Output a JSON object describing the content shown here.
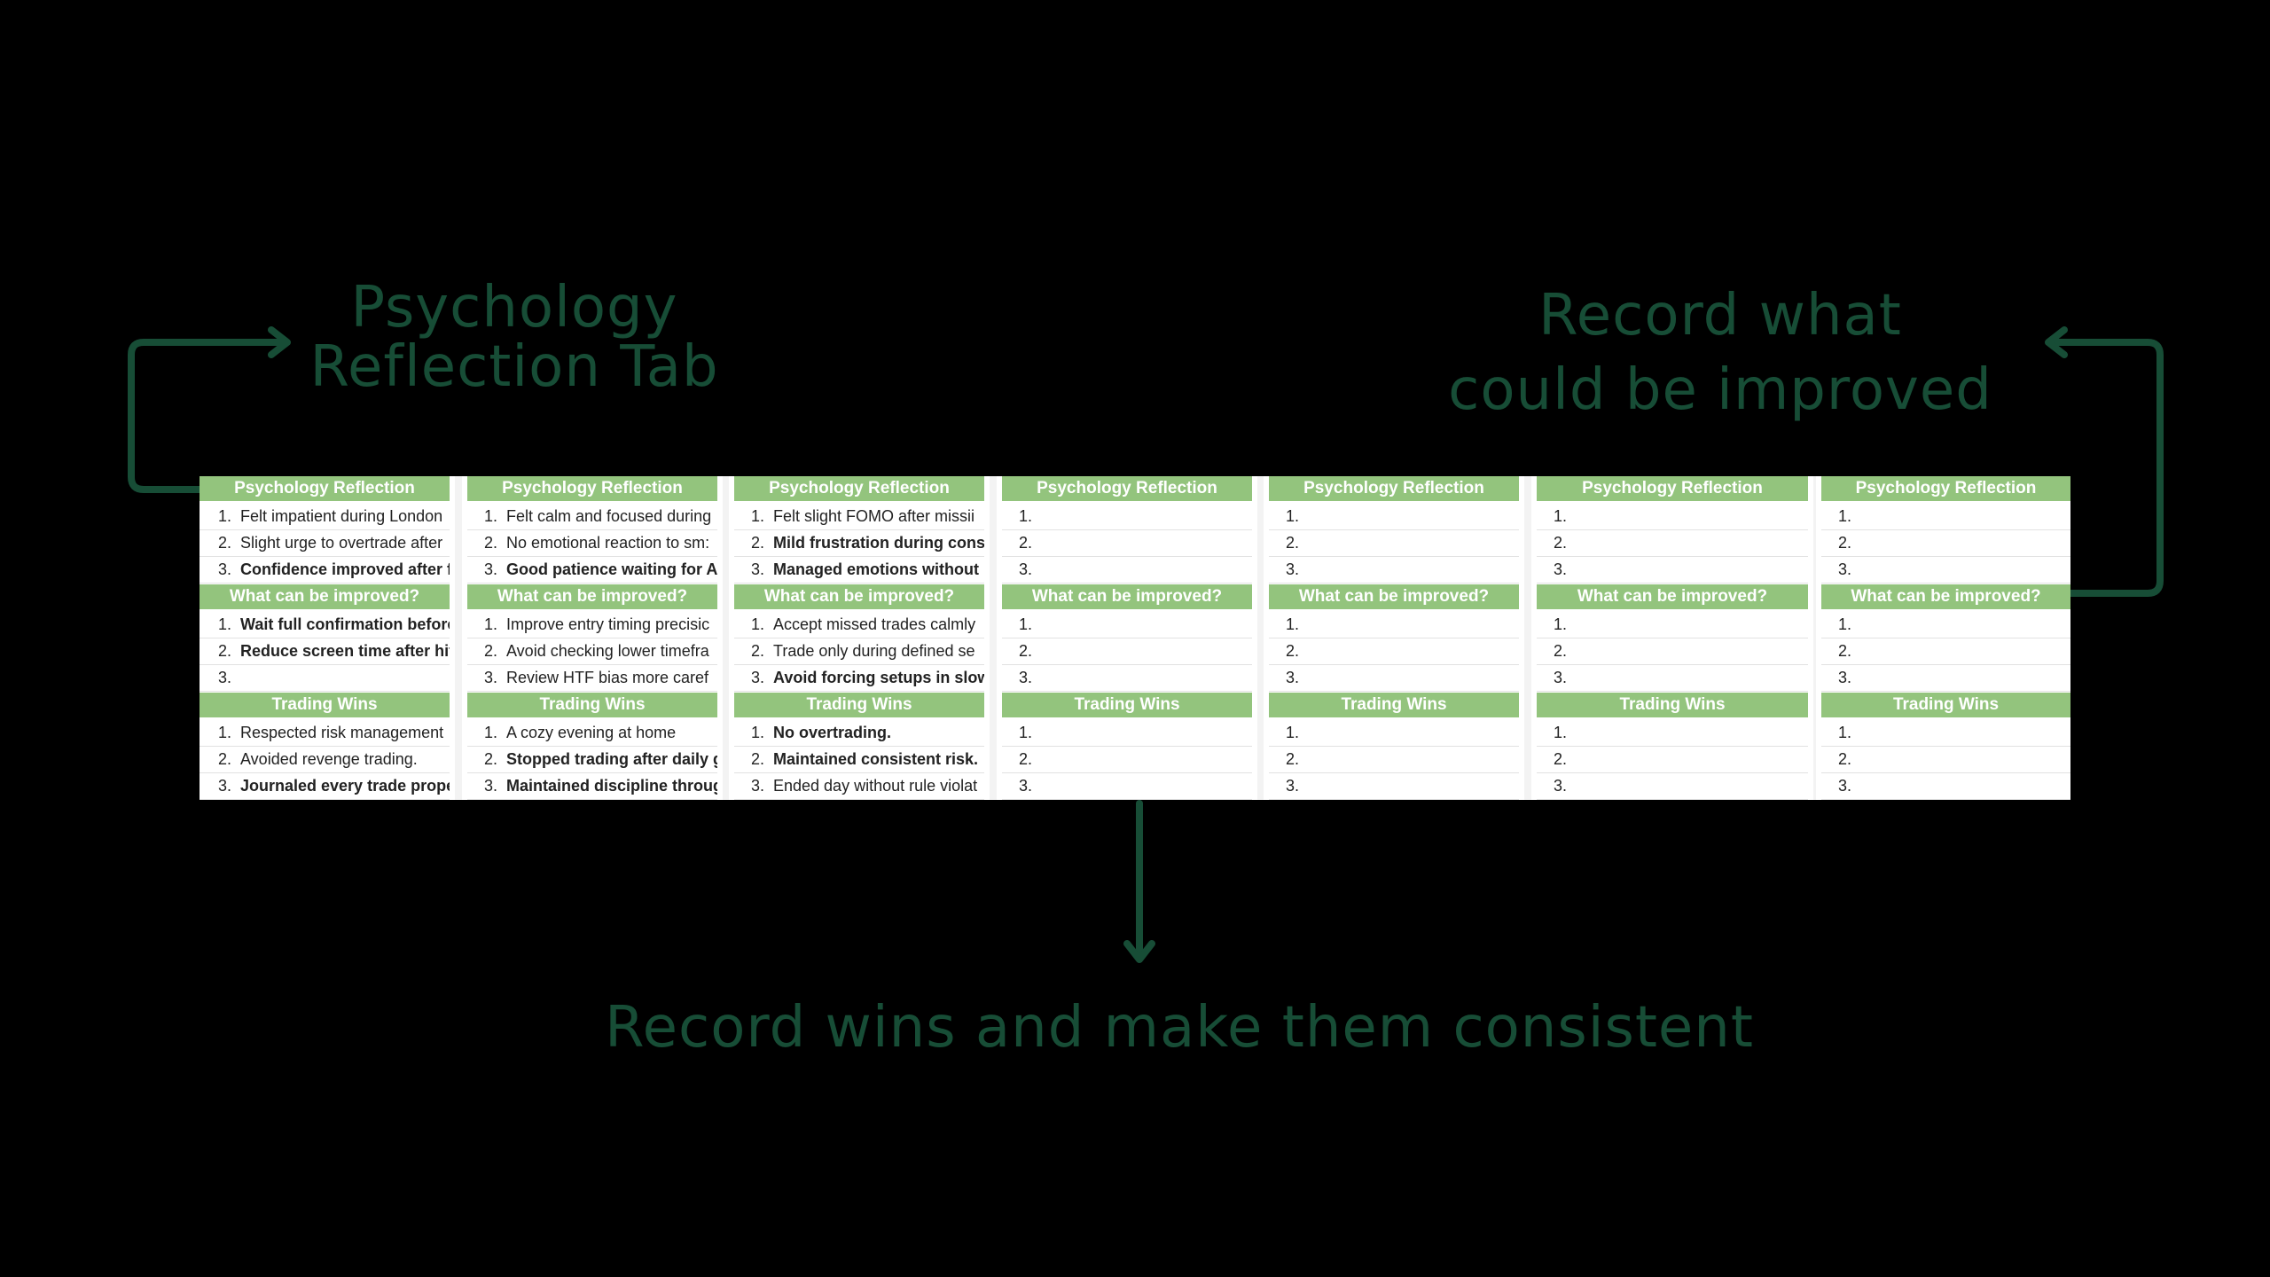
{
  "callouts": {
    "left": [
      "Psychology",
      "Reflection Tab"
    ],
    "right": [
      "Record what",
      "could be improved"
    ],
    "bottom": "Record wins and make them consistent"
  },
  "colors": {
    "accent": "#174d36",
    "header_fill": "#93c47d",
    "background": "#000000"
  },
  "sheet": {
    "columns": [
      {
        "sections": [
          {
            "header": "Psychology Reflection",
            "items": [
              {
                "n": "1.",
                "text": "Felt impatient during London",
                "bold": false
              },
              {
                "n": "2.",
                "text": "Slight urge to overtrade after",
                "bold": false
              },
              {
                "n": "3.",
                "text": "Confidence improved after follc",
                "bold": true
              }
            ]
          },
          {
            "header": "What can be improved?",
            "items": [
              {
                "n": "1.",
                "text": "Wait full confirmation before er",
                "bold": true
              },
              {
                "n": "2.",
                "text": "Reduce screen time after hittin",
                "bold": true
              },
              {
                "n": "3.",
                "text": "",
                "bold": false
              }
            ]
          },
          {
            "header": "Trading Wins",
            "items": [
              {
                "n": "1.",
                "text": "Respected risk management",
                "bold": false
              },
              {
                "n": "2.",
                "text": "Avoided revenge trading.",
                "bold": false
              },
              {
                "n": "3.",
                "text": "Journaled every trade properly",
                "bold": true
              }
            ]
          }
        ]
      },
      {
        "sections": [
          {
            "header": "Psychology Reflection",
            "items": [
              {
                "n": "1.",
                "text": "Felt calm and focused during",
                "bold": false
              },
              {
                "n": "2.",
                "text": "No emotional reaction to sm:",
                "bold": false
              },
              {
                "n": "3.",
                "text": "Good patience waiting for A+ s",
                "bold": true
              }
            ]
          },
          {
            "header": "What can be improved?",
            "items": [
              {
                "n": "1.",
                "text": "Improve entry timing precisic",
                "bold": false
              },
              {
                "n": "2.",
                "text": "Avoid checking lower timefra",
                "bold": false
              },
              {
                "n": "3.",
                "text": "Review HTF bias more caref",
                "bold": false
              }
            ]
          },
          {
            "header": "Trading Wins",
            "items": [
              {
                "n": "1.",
                "text": "A cozy evening at home",
                "bold": false
              },
              {
                "n": "2.",
                "text": "Stopped trading after daily goa",
                "bold": true
              },
              {
                "n": "3.",
                "text": "Maintained discipline througho",
                "bold": true
              }
            ]
          }
        ]
      },
      {
        "sections": [
          {
            "header": "Psychology Reflection",
            "items": [
              {
                "n": "1.",
                "text": "Felt slight FOMO after missii",
                "bold": false
              },
              {
                "n": "2.",
                "text": "Mild frustration during consolid",
                "bold": true
              },
              {
                "n": "3.",
                "text": "Managed emotions without bre",
                "bold": true
              }
            ]
          },
          {
            "header": "What can be improved?",
            "items": [
              {
                "n": "1.",
                "text": "Accept missed trades calmly",
                "bold": false
              },
              {
                "n": "2.",
                "text": "Trade only during defined se",
                "bold": false
              },
              {
                "n": "3.",
                "text": "Avoid forcing setups in slow m",
                "bold": true
              }
            ]
          },
          {
            "header": "Trading Wins",
            "items": [
              {
                "n": "1.",
                "text": "No overtrading.",
                "bold": true
              },
              {
                "n": "2.",
                "text": "Maintained consistent risk.",
                "bold": true
              },
              {
                "n": "3.",
                "text": "Ended day without rule violat",
                "bold": false
              }
            ]
          }
        ]
      },
      {
        "sections": [
          {
            "header": "Psychology Reflection",
            "items": [
              {
                "n": "1.",
                "text": "",
                "bold": false
              },
              {
                "n": "2.",
                "text": "",
                "bold": false
              },
              {
                "n": "3.",
                "text": "",
                "bold": false
              }
            ]
          },
          {
            "header": "What can be improved?",
            "items": [
              {
                "n": "1.",
                "text": "",
                "bold": false
              },
              {
                "n": "2.",
                "text": "",
                "bold": false
              },
              {
                "n": "3.",
                "text": "",
                "bold": false
              }
            ]
          },
          {
            "header": "Trading Wins",
            "items": [
              {
                "n": "1.",
                "text": "",
                "bold": false
              },
              {
                "n": "2.",
                "text": "",
                "bold": false
              },
              {
                "n": "3.",
                "text": "",
                "bold": false
              }
            ]
          }
        ]
      },
      {
        "sections": [
          {
            "header": "Psychology Reflection",
            "items": [
              {
                "n": "1.",
                "text": "",
                "bold": false
              },
              {
                "n": "2.",
                "text": "",
                "bold": false
              },
              {
                "n": "3.",
                "text": "",
                "bold": false
              }
            ]
          },
          {
            "header": "What can be improved?",
            "items": [
              {
                "n": "1.",
                "text": "",
                "bold": false
              },
              {
                "n": "2.",
                "text": "",
                "bold": false
              },
              {
                "n": "3.",
                "text": "",
                "bold": false
              }
            ]
          },
          {
            "header": "Trading Wins",
            "items": [
              {
                "n": "1.",
                "text": "",
                "bold": false
              },
              {
                "n": "2.",
                "text": "",
                "bold": false
              },
              {
                "n": "3.",
                "text": "",
                "bold": false
              }
            ]
          }
        ]
      },
      {
        "sections": [
          {
            "header": "Psychology Reflection",
            "items": [
              {
                "n": "1.",
                "text": "",
                "bold": false
              },
              {
                "n": "2.",
                "text": "",
                "bold": false
              },
              {
                "n": "3.",
                "text": "",
                "bold": false
              }
            ]
          },
          {
            "header": "What can be improved?",
            "items": [
              {
                "n": "1.",
                "text": "",
                "bold": false
              },
              {
                "n": "2.",
                "text": "",
                "bold": false
              },
              {
                "n": "3.",
                "text": "",
                "bold": false
              }
            ]
          },
          {
            "header": "Trading Wins",
            "items": [
              {
                "n": "1.",
                "text": "",
                "bold": false
              },
              {
                "n": "2.",
                "text": "",
                "bold": false
              },
              {
                "n": "3.",
                "text": "",
                "bold": false
              }
            ]
          }
        ]
      },
      {
        "sections": [
          {
            "header": "Psychology Reflection",
            "items": [
              {
                "n": "1.",
                "text": "",
                "bold": false
              },
              {
                "n": "2.",
                "text": "",
                "bold": false
              },
              {
                "n": "3.",
                "text": "",
                "bold": false
              }
            ]
          },
          {
            "header": "What can be improved?",
            "items": [
              {
                "n": "1.",
                "text": "",
                "bold": false
              },
              {
                "n": "2.",
                "text": "",
                "bold": false
              },
              {
                "n": "3.",
                "text": "",
                "bold": false
              }
            ]
          },
          {
            "header": "Trading Wins",
            "items": [
              {
                "n": "1.",
                "text": "",
                "bold": false
              },
              {
                "n": "2.",
                "text": "",
                "bold": false
              },
              {
                "n": "3.",
                "text": "",
                "bold": false
              }
            ]
          }
        ]
      }
    ]
  }
}
